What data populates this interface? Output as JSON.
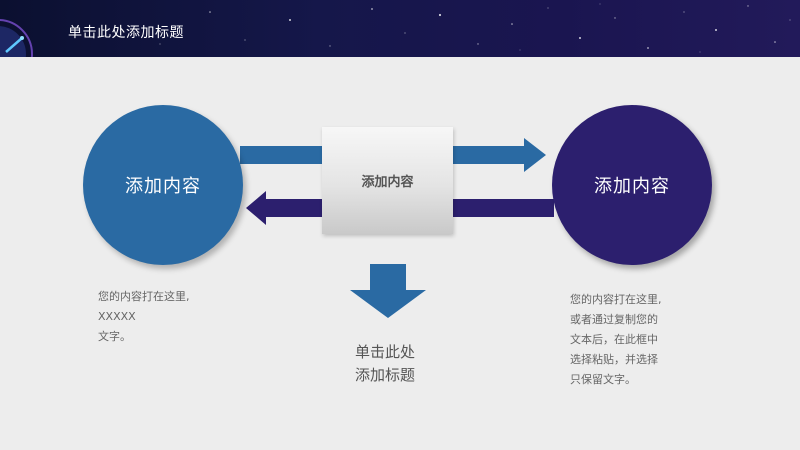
{
  "header": {
    "title": "单击此处添加标题"
  },
  "colors": {
    "header_bg": "#15174a",
    "blue": "#2a6aa3",
    "indigo": "#2c1f6e",
    "text_gray": "#666666"
  },
  "diagram": {
    "left_circle_label": "添加内容",
    "right_circle_label": "添加内容",
    "center_box_label": "添加内容",
    "left_text_lines": [
      "您的内容打在这里,",
      "XXXXX",
      "文字。"
    ],
    "right_text_lines": [
      "您的内容打在这里,",
      "或者通过复制您的",
      "文本后，在此框中",
      "选择粘贴，并选择",
      "只保留文字。"
    ],
    "center_title_lines": [
      "单击此处",
      "添加标题"
    ]
  }
}
